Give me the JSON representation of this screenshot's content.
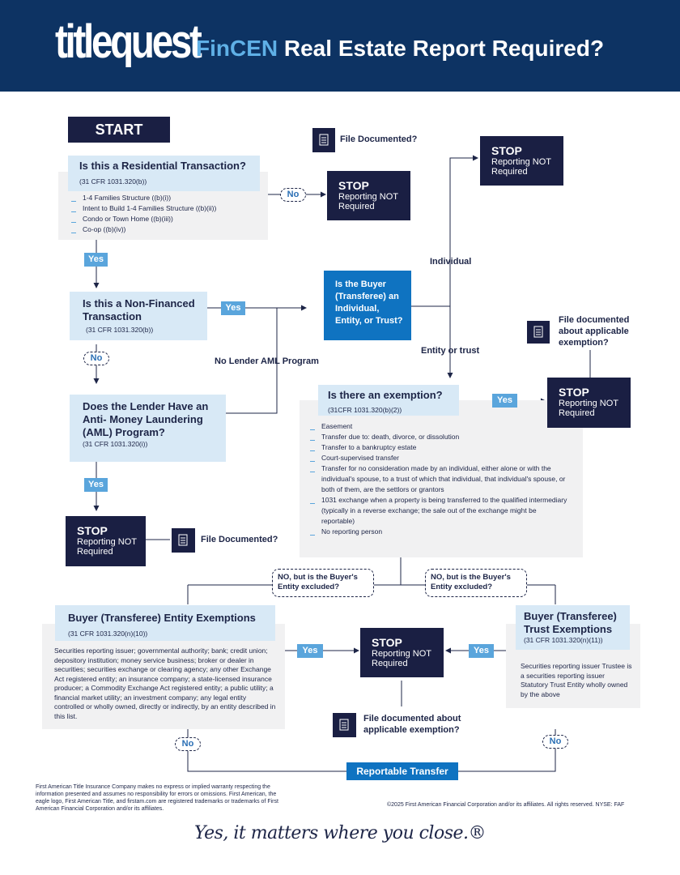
{
  "header": {
    "logo_text": "titlequest",
    "title_highlight": "FinCEN",
    "title_rest": "Real Estate Report Required?"
  },
  "start_label": "START",
  "q1": {
    "title": "Is this a Residential Transaction?",
    "cite": "(31 CFR 1031.320(b))",
    "items": [
      "1-4 Families Structure ((b)(i))",
      "Intent to Build 1-4 Families Structure ((b)(ii))",
      "Condo or Town Home ((b)(iii))",
      "Co-op ((b)(iv))"
    ]
  },
  "q2": {
    "title": "Is this a Non-Financed Transaction",
    "cite": "(31 CFR 1031.320(b))"
  },
  "q3": {
    "title": "Does the Lender Have an Anti- Money Laundering (AML) Program?",
    "cite": "(31 CFR 1031.320(i))"
  },
  "q4": {
    "title": "Is the Buyer (Transferee) an Individual, Entity, or Trust?"
  },
  "q5": {
    "title": "Is there an exemption?",
    "cite": "(31CFR 1031.320(b)(2))",
    "items": [
      "Easement",
      "Transfer due to: death, divorce, or dissolution",
      "Transfer to a bankruptcy estate",
      "Court-supervised transfer",
      "Transfer for no consideration made by an individual, either alone or with the individual's spouse, to a trust of which that individual, that individual's spouse, or both of them, are the settlors or grantors",
      "1031 exchange when a property is being transferred to the qualified intermediary (typically in a reverse exchange; the sale out of the exchange might be reportable)",
      "No reporting person"
    ]
  },
  "entity_ex": {
    "title": "Buyer (Transferee) Entity Exemptions",
    "cite": "(31 CFR 1031.320(n)(10))",
    "body": "Securities reporting issuer; governmental authority; bank; credit union; depository institution; money service business; broker or dealer in securities; securities exchange or clearing agency; any other Exchange Act registered entity; an insurance company; a state-licensed insurance producer; a Commodity Exchange Act registered entity; a public utility; a financial market utility; an investment company; any legal entity controlled or wholly owned, directly or indirectly, by an entity described in this list."
  },
  "trust_ex": {
    "title": "Buyer (Transferee) Trust Exemptions",
    "cite": "(31 CFR 1031.320(n)(11))",
    "body": "Securities reporting issuer Trustee is a securities reporting issuer Statutory Trust Entity wholly owned by the above"
  },
  "stop": {
    "heading": "STOP",
    "text": "Reporting NOT Required"
  },
  "labels": {
    "yes": "Yes",
    "no": "No",
    "no_lender_aml": "No Lender AML Program",
    "individual": "Individual",
    "entity_or_trust": "Entity or trust",
    "file_documented": "File Documented?",
    "file_documented_exemption": "File documented about applicable exemption?",
    "no_but_buyer_excluded": "NO, but is the Buyer's Entity excluded?",
    "reportable_transfer": "Reportable Transfer"
  },
  "footer": {
    "disclaimer": "First American Title Insurance Company makes no express or implied warranty respecting the information presented and assumes no responsibility for errors or omissions. First American, the eagle logo, First American Title, and firstam.com are registered trademarks or trademarks of First American Financial Corporation and/or its affiliates.",
    "copyright": "©2025 First American Financial Corporation and/or its affiliates. All rights reserved. NYSE: FAF",
    "tagline": "Yes, it matters where you close.®"
  },
  "colors": {
    "navy": "#0d3363",
    "dark_box": "#1a1f43",
    "light_blue": "#d8e9f6",
    "accent_blue": "#5aa5dc",
    "question_blue": "#0f73c1"
  },
  "icons": [
    "document-icon",
    "arrow-icon"
  ]
}
